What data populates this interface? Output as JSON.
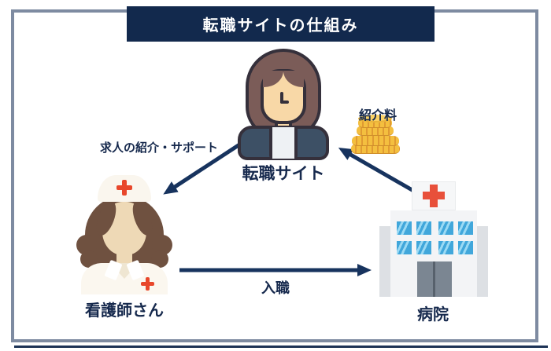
{
  "diagram": {
    "title": "転職サイトの仕組み",
    "nodes": {
      "agent": {
        "label": "転職サイト",
        "icon": "businesswoman-icon"
      },
      "nurse": {
        "label": "看護師さん",
        "icon": "nurse-icon"
      },
      "hospital": {
        "label": "病院",
        "icon": "hospital-icon"
      }
    },
    "edges": {
      "support": {
        "from": "agent",
        "to": "nurse",
        "label": "求人の紹介・サポート"
      },
      "join": {
        "from": "nurse",
        "to": "hospital",
        "label": "入職"
      },
      "fee": {
        "from": "hospital",
        "to": "agent",
        "label": "紹介料",
        "icon": "coins-icon"
      }
    },
    "colors": {
      "navy": "#12294d",
      "arrow": "#17335e",
      "frame_border": "#7e8ba1",
      "coin_gold": "#f4bf3f",
      "cross_red": "#e8503a",
      "window_blue": "#41a7db"
    }
  }
}
